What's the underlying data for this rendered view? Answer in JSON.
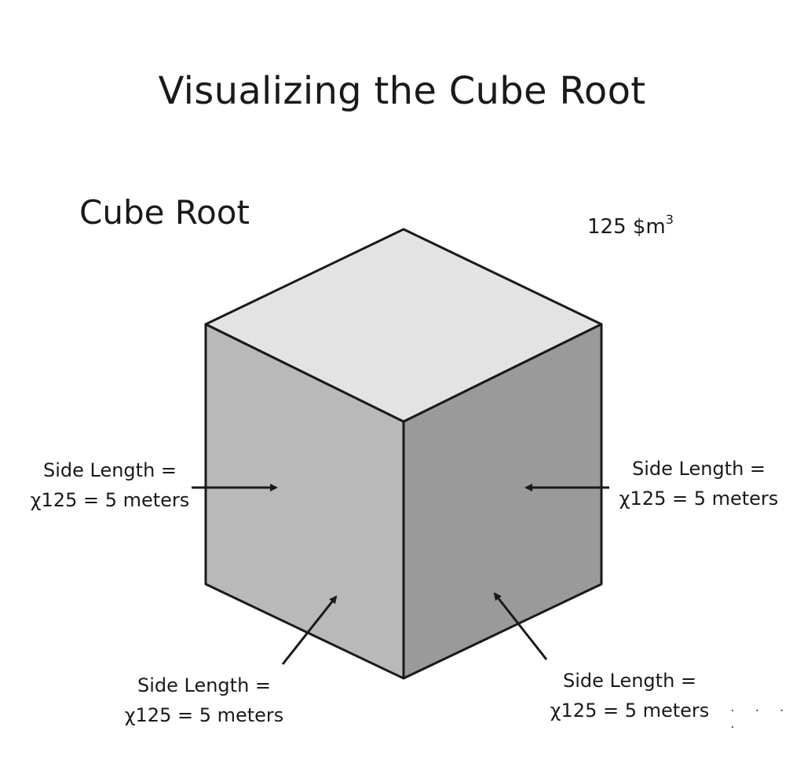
{
  "title": "Visualizing the Cube Root",
  "subtitle": "Cube Root",
  "volume": {
    "value": "125 $m",
    "exponent": "3"
  },
  "labels": {
    "left": {
      "line1": "Side Length =",
      "line2": "χ125 = 5 meters"
    },
    "right": {
      "line1": "Side Length =",
      "line2": "χ125 = 5 meters"
    },
    "bottom_left": {
      "line1": "Side Length =",
      "line2": "χ125 = 5 meters"
    },
    "bottom_right": {
      "line1": "Side Length =",
      "line2": "χ125 = 5 meters"
    }
  },
  "colors": {
    "top_face": "#e3e3e3",
    "left_face": "#b9b9b9",
    "right_face": "#9a9a9a",
    "edge": "#1a1a1a"
  },
  "decoration": {
    "dots": ". . . ."
  }
}
